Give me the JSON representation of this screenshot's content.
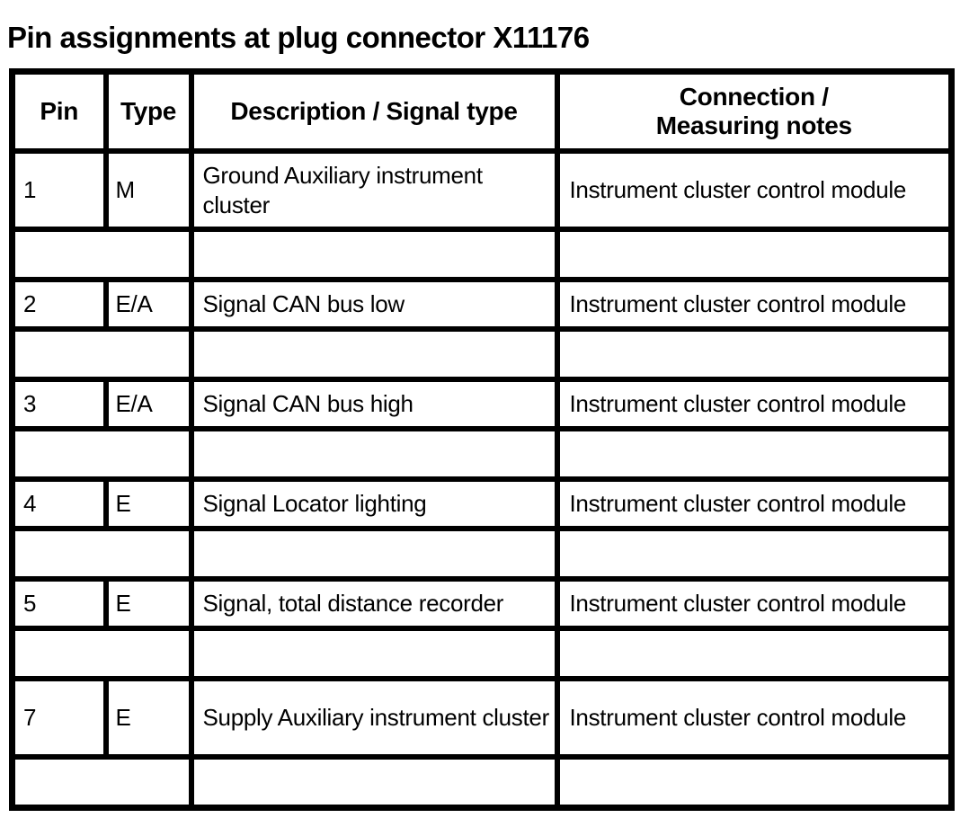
{
  "page": {
    "title": "Pin assignments at plug connector X11176"
  },
  "table": {
    "headers": {
      "pin": "Pin",
      "type": "Type",
      "description": "Description / Signal type",
      "connection": "Connection /\nMeasuring notes"
    },
    "rows": [
      {
        "pin": "1",
        "type": "M",
        "description": "Ground Auxiliary instrument cluster",
        "connection": "Instrument cluster control module"
      },
      {
        "pin": "2",
        "type": "E/A",
        "description": "Signal CAN bus low",
        "connection": "Instrument cluster control module"
      },
      {
        "pin": "3",
        "type": "E/A",
        "description": "Signal CAN bus high",
        "connection": "Instrument cluster control module"
      },
      {
        "pin": "4",
        "type": "E",
        "description": "Signal Locator lighting",
        "connection": "Instrument cluster control module"
      },
      {
        "pin": "5",
        "type": "E",
        "description": "Signal, total distance recorder",
        "connection": "Instrument cluster control module"
      },
      {
        "pin": "7",
        "type": "E",
        "description": "Supply Auxiliary instrument cluster",
        "connection": "Instrument cluster control module"
      }
    ]
  }
}
